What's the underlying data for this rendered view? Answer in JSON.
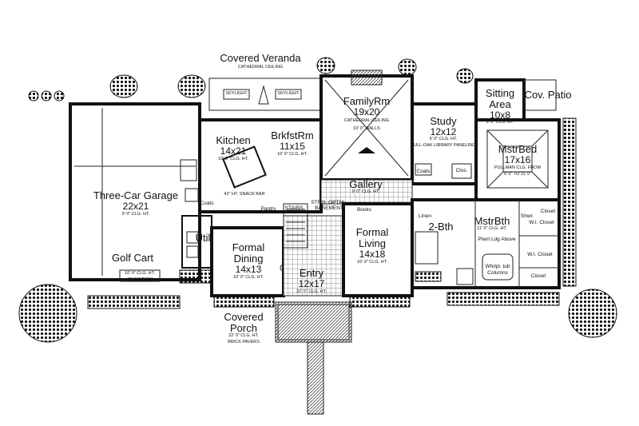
{
  "rooms": {
    "covered_veranda": {
      "name": "Covered Veranda",
      "note": "CATHEDRAL CEILING"
    },
    "skylight_1": "SKYLIGHT",
    "skylight_2": "SKYLIGHT",
    "family": {
      "name": "FamilyRm",
      "dim": "19x20",
      "note1": "CATHEDRAL CEILING",
      "note2": "10' 0\" WALLS"
    },
    "study": {
      "name": "Study",
      "dim": "12x12",
      "note1": "9' 0\" CLG. HT.",
      "note2": "Full-Oak Library Paneling"
    },
    "sitting": {
      "name": "Sitting",
      "name2": "Area",
      "dim": "10x8",
      "note": "9' 0\" CLG. HT."
    },
    "cov_patio": "Cov. Patio",
    "mstr_bed": {
      "name": "MstrBed",
      "dim": "17x16",
      "note1": "PULLMAN CLG. FROM",
      "note2": "9' 0\" TO 11' 0\""
    },
    "kitchen": {
      "name": "Kitchen",
      "dim": "14x21",
      "note": "10' 0\" CLG. HT."
    },
    "brkfst": {
      "name": "BrkfstRm",
      "dim": "11x15",
      "note": "10' 0\" CLG. HT."
    },
    "snack_bar": "42\" Ht. Snack Bar",
    "garage": {
      "name": "Three-Car Garage",
      "dim": "22x21",
      "note": "9' 0\" CLG. HT."
    },
    "golf_cart": {
      "name": "Golf Cart",
      "note1": "10' 0\" CLG. HT.",
      "note2": "AT WINDOW"
    },
    "util": "Util",
    "coats_1": "Coats",
    "coats_2": "Coats",
    "pantry": "Pantry",
    "stairs": "STAIRS",
    "storage": {
      "line1": "STRG. OPTNL.",
      "line2": "BASEMENT"
    },
    "gallery": {
      "name": "Gallery",
      "note": "9' 0\" CLG. HT."
    },
    "books": "Books",
    "linen": "Linen",
    "two_bath": "2-Bth",
    "mstr_bath": {
      "name": "MstrBth",
      "note": "11' 0\" CLG. HT.",
      "ledge": "Plant Ldg Above"
    },
    "shwr": "Shwr.",
    "wi_closet_1": "W.I. Closet",
    "wi_closet_2": "W.I. Closet",
    "closet_1": "Closet",
    "closet_2": "Closet",
    "whirlpool": {
      "line1": "Whrlpl. tub",
      "line2": "Columns"
    },
    "clos": "Clos.",
    "formal_dining": {
      "name1": "Formal",
      "name2": "Dining",
      "dim": "14x13",
      "note": "10' 0\" CLG. HT."
    },
    "formal_living": {
      "name1": "Formal",
      "name2": "Living",
      "dim": "14x18",
      "note": "10' 0\" CLG. HT."
    },
    "entry": {
      "name": "Entry",
      "dim": "12x17",
      "note": "22' 0\" CLG. HT."
    },
    "covered_porch": {
      "name1": "Covered",
      "name2": "Porch",
      "note1": "22' 0\" CLG. HT.",
      "note2": "Brick Pavers"
    }
  }
}
